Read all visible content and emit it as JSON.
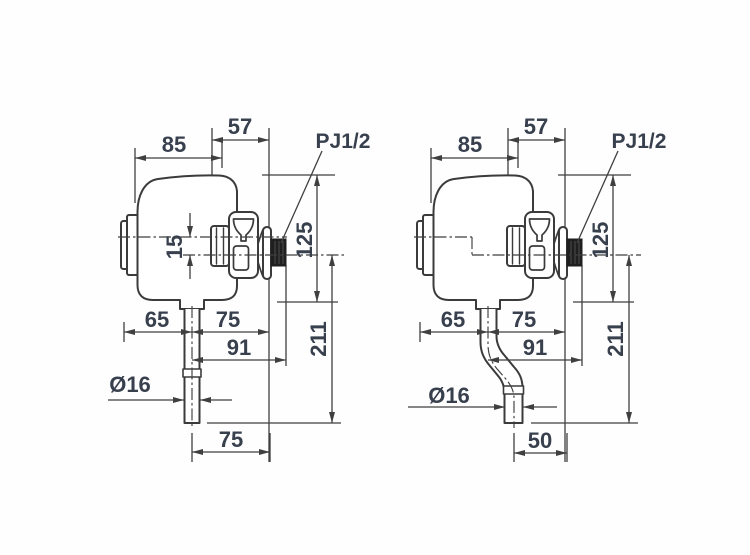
{
  "drawing": {
    "views": [
      {
        "name": "straight-outlet-view",
        "dims": {
          "top_width": "57",
          "body_length": "85",
          "thread_label": "PJ1/2",
          "body_height": "125",
          "axis_offset": "15",
          "left_to_pipe": "65",
          "pipe_to_wall": "75",
          "pipe_to_thread": "91",
          "overall_height": "211",
          "pipe_diameter": "Ø16",
          "outlet_offset": "75"
        }
      },
      {
        "name": "bent-outlet-view",
        "dims": {
          "top_width": "57",
          "body_length": "85",
          "thread_label": "PJ1/2",
          "body_height": "125",
          "left_to_pipe": "65",
          "pipe_to_wall": "75",
          "pipe_to_thread": "91",
          "overall_height": "211",
          "pipe_diameter": "Ø16",
          "outlet_offset": "50"
        }
      }
    ]
  }
}
